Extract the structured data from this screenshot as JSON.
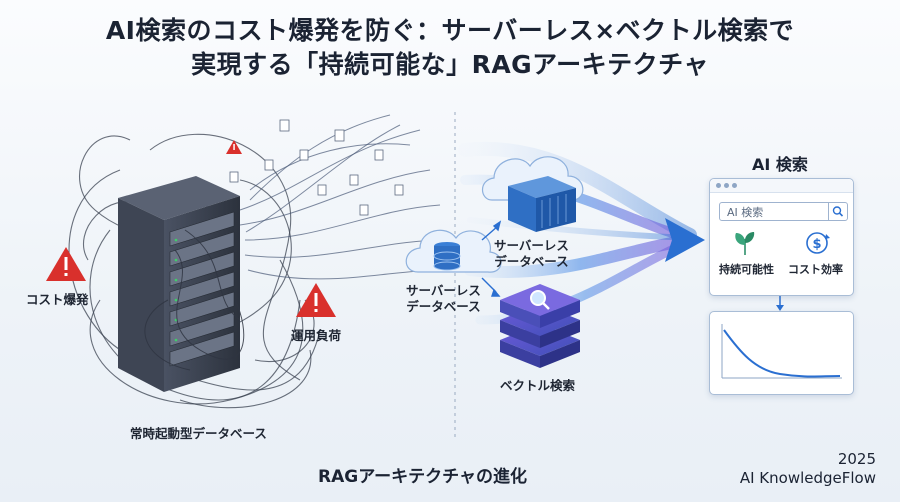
{
  "title": {
    "line1": "AI検索のコスト爆発を防ぐ：サーバーレス×ベクトル検索で",
    "line2": "実現する「持続可能な」RAGアーキテクチャ"
  },
  "left": {
    "cost_label": "コスト爆発",
    "ops_label": "運用負荷",
    "db_label": "常時起動型データベース"
  },
  "right": {
    "serverless_top": "サーバーレス\nデータベース",
    "serverless_left": "サーバーレス\nデータベース",
    "vector_label": "ベクトル検索",
    "panel_title": "AI 検索",
    "search_placeholder": "AI 検索",
    "feature1": "持続可能性",
    "feature2": "コスト効率"
  },
  "caption": "RAGアーキテクチャの進化",
  "footer": {
    "year": "2025",
    "brand": "AI KnowledgeFlow"
  },
  "colors": {
    "warning": "#d9302c",
    "flow_blue": "#2a6fd1",
    "flow_purple": "#8a4fd8",
    "server_dark": "#3b4352",
    "container_blue": "#2f6fc4"
  }
}
